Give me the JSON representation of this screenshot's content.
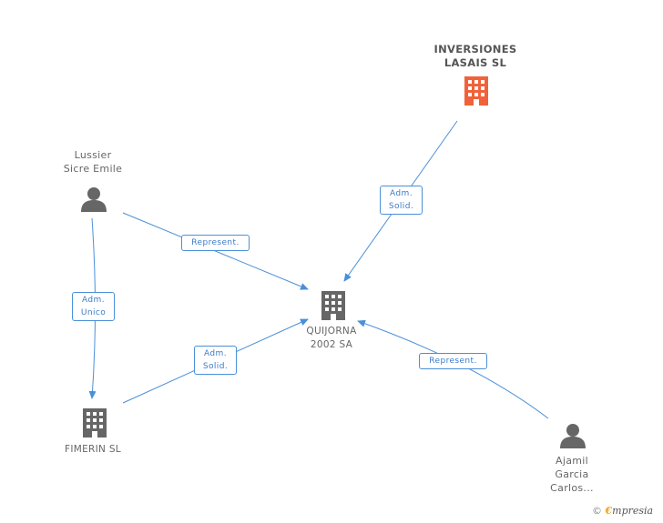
{
  "nodes": {
    "inversiones_lasais": {
      "line1": "INVERSIONES",
      "line2": "LASAIS  SL"
    },
    "lussier": {
      "line1": "Lussier",
      "line2": "Sicre Emile"
    },
    "quijorna": {
      "line1": "QUIJORNA",
      "line2": "2002 SA"
    },
    "fimerin": {
      "line1": "FIMERIN  SL"
    },
    "ajamil": {
      "line1": "Ajamil",
      "line2": "Garcia",
      "line3": "Carlos..."
    }
  },
  "relations": {
    "inversiones_to_quijorna": {
      "line1": "Adm.",
      "line2": "Solid."
    },
    "lussier_to_quijorna": {
      "line1": "Represent."
    },
    "lussier_to_fimerin": {
      "line1": "Adm.",
      "line2": "Unico"
    },
    "fimerin_to_quijorna": {
      "line1": "Adm.",
      "line2": "Solid."
    },
    "ajamil_to_quijorna": {
      "line1": "Represent."
    }
  },
  "footer": {
    "copyright": "©",
    "brand_e": "€",
    "brand_rest": "mpresia"
  },
  "colors": {
    "edge": "#4a90d9",
    "building_main": "#f0623a",
    "building": "#666666",
    "person": "#666666"
  }
}
